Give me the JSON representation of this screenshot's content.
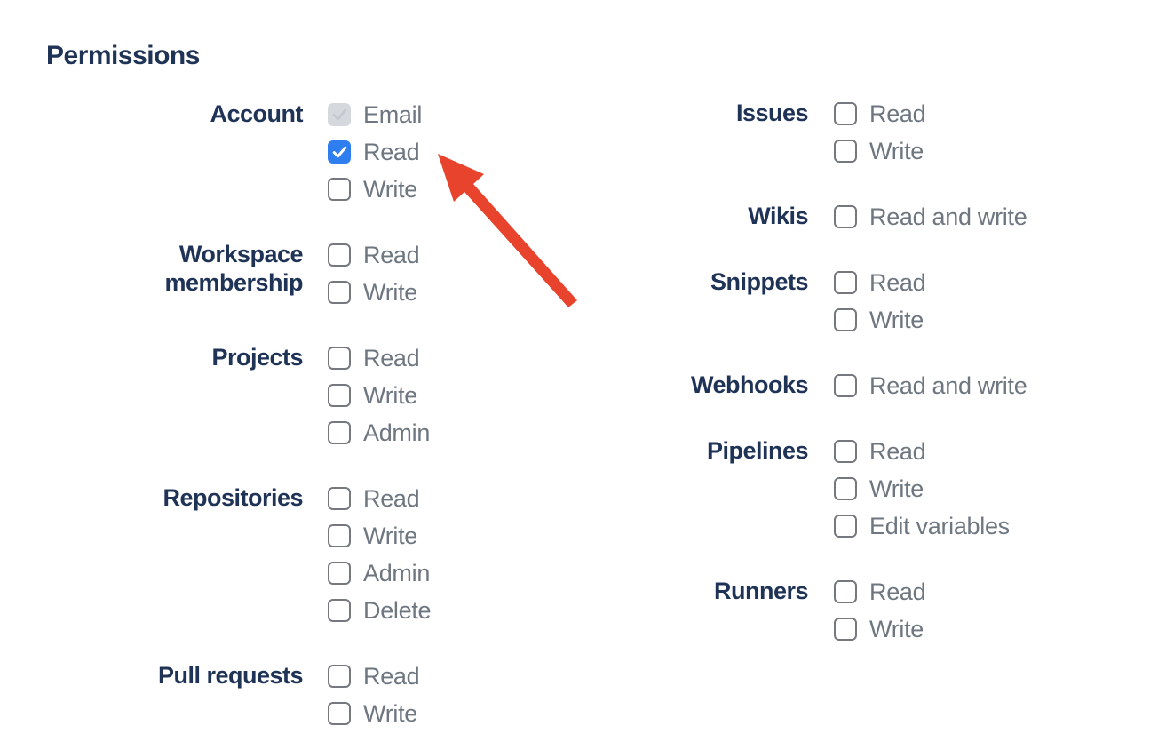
{
  "heading": "Permissions",
  "colors": {
    "background": "#FFFFFF",
    "category_text": "#1F3357",
    "option_text": "#6E7680",
    "accent_blue": "#2E7EF0",
    "checkbox_border": "#75787E",
    "disabled_checkbox_bg": "#D5D8DD",
    "disabled_checkmark": "#C4C9CF",
    "checkmark_white": "#FFFFFF",
    "arrow_red": "#E8432C"
  },
  "columns": [
    {
      "name": "left",
      "groups": [
        {
          "label": "Account",
          "items": [
            {
              "label": "Email",
              "checked": true,
              "disabled": true
            },
            {
              "label": "Read",
              "checked": true,
              "disabled": false
            },
            {
              "label": "Write",
              "checked": false,
              "disabled": false
            }
          ]
        },
        {
          "label": "Workspace membership",
          "items": [
            {
              "label": "Read",
              "checked": false,
              "disabled": false
            },
            {
              "label": "Write",
              "checked": false,
              "disabled": false
            }
          ]
        },
        {
          "label": "Projects",
          "items": [
            {
              "label": "Read",
              "checked": false,
              "disabled": false
            },
            {
              "label": "Write",
              "checked": false,
              "disabled": false
            },
            {
              "label": "Admin",
              "checked": false,
              "disabled": false
            }
          ]
        },
        {
          "label": "Repositories",
          "items": [
            {
              "label": "Read",
              "checked": false,
              "disabled": false
            },
            {
              "label": "Write",
              "checked": false,
              "disabled": false
            },
            {
              "label": "Admin",
              "checked": false,
              "disabled": false
            },
            {
              "label": "Delete",
              "checked": false,
              "disabled": false
            }
          ]
        },
        {
          "label": "Pull requests",
          "items": [
            {
              "label": "Read",
              "checked": false,
              "disabled": false
            },
            {
              "label": "Write",
              "checked": false,
              "disabled": false
            }
          ]
        }
      ]
    },
    {
      "name": "right",
      "groups": [
        {
          "label": "Issues",
          "items": [
            {
              "label": "Read",
              "checked": false,
              "disabled": false
            },
            {
              "label": "Write",
              "checked": false,
              "disabled": false
            }
          ]
        },
        {
          "label": "Wikis",
          "items": [
            {
              "label": "Read and write",
              "checked": false,
              "disabled": false
            }
          ]
        },
        {
          "label": "Snippets",
          "items": [
            {
              "label": "Read",
              "checked": false,
              "disabled": false
            },
            {
              "label": "Write",
              "checked": false,
              "disabled": false
            }
          ]
        },
        {
          "label": "Webhooks",
          "items": [
            {
              "label": "Read and write",
              "checked": false,
              "disabled": false
            }
          ]
        },
        {
          "label": "Pipelines",
          "items": [
            {
              "label": "Read",
              "checked": false,
              "disabled": false
            },
            {
              "label": "Write",
              "checked": false,
              "disabled": false
            },
            {
              "label": "Edit variables",
              "checked": false,
              "disabled": false
            }
          ]
        },
        {
          "label": "Runners",
          "items": [
            {
              "label": "Read",
              "checked": false,
              "disabled": false
            },
            {
              "label": "Write",
              "checked": false,
              "disabled": false
            }
          ]
        }
      ]
    }
  ],
  "annotation": {
    "type": "arrow",
    "color": "#E8432C",
    "points_to": "account-read-checkbox"
  }
}
